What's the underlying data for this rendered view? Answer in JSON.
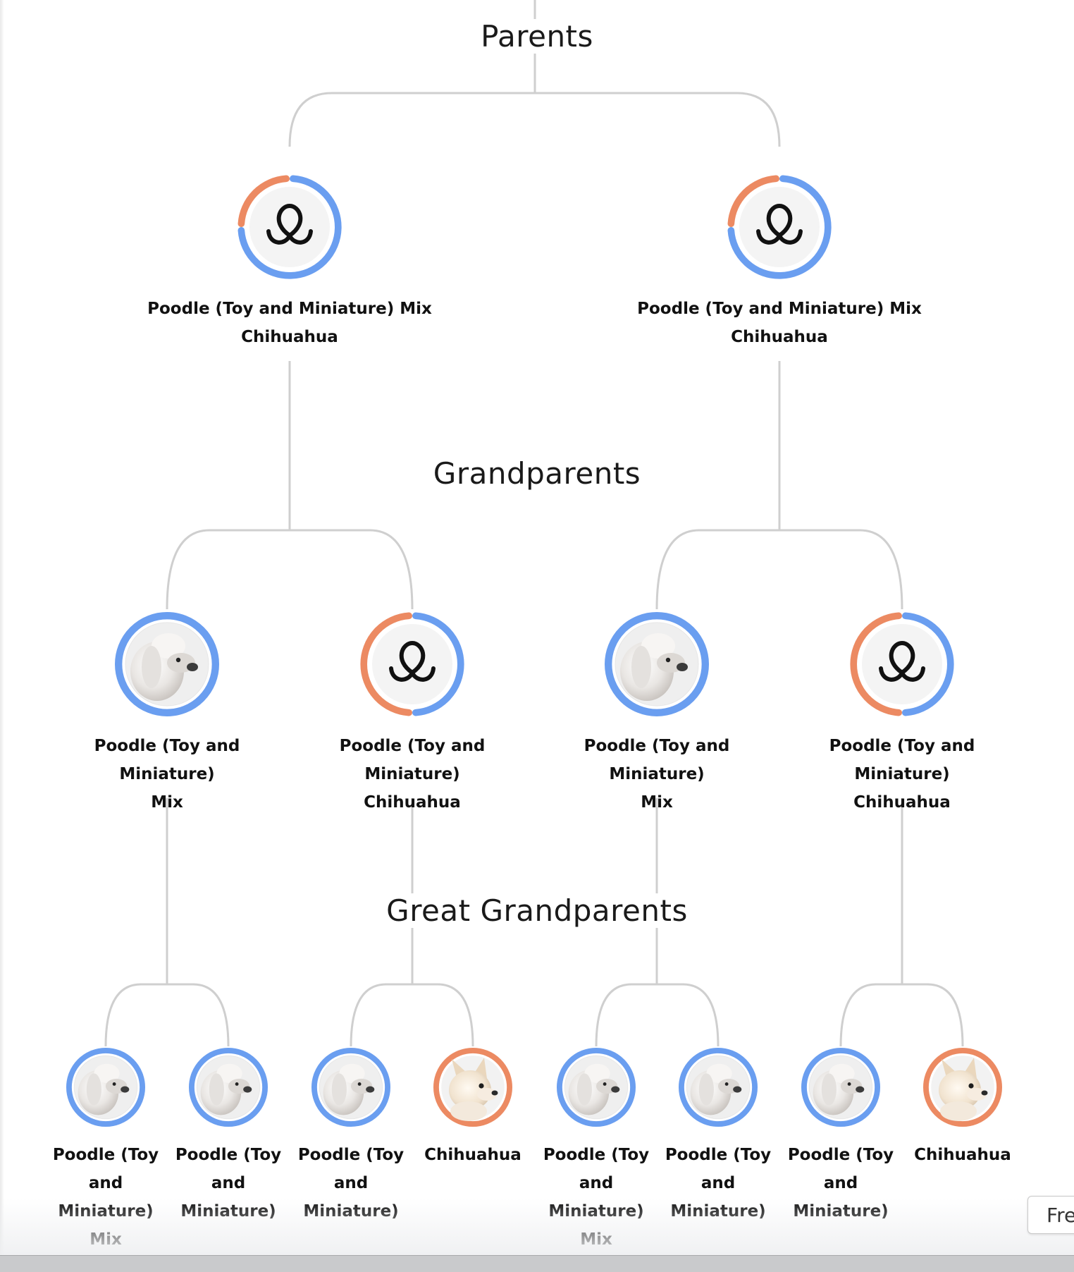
{
  "sections": {
    "parents_title": "Parents",
    "grandparents_title": "Grandparents",
    "great_grandparents_title": "Great Grandparents"
  },
  "colors": {
    "poodle_blue": "#6a9ef0",
    "chihuahua_orange": "#ec8a62",
    "connector_gray": "#cfcfcf"
  },
  "parents": [
    {
      "lines": [
        "Poodle (Toy and Miniature) Mix",
        "Chihuahua"
      ],
      "icon": "paw-logo-icon",
      "poodle_share": 0.75
    },
    {
      "lines": [
        "Poodle (Toy and Miniature) Mix",
        "Chihuahua"
      ],
      "icon": "paw-logo-icon",
      "poodle_share": 0.75
    }
  ],
  "grandparents": [
    {
      "lines": [
        "Poodle (Toy and Miniature)",
        "Mix"
      ],
      "icon": "poodle-photo-icon",
      "poodle_share": 1.0
    },
    {
      "lines": [
        "Poodle (Toy and Miniature)",
        "Chihuahua"
      ],
      "icon": "paw-logo-icon",
      "poodle_share": 0.5
    },
    {
      "lines": [
        "Poodle (Toy and Miniature)",
        "Mix"
      ],
      "icon": "poodle-photo-icon",
      "poodle_share": 1.0
    },
    {
      "lines": [
        "Poodle (Toy and Miniature)",
        "Chihuahua"
      ],
      "icon": "paw-logo-icon",
      "poodle_share": 0.5
    }
  ],
  "great_grandparents": [
    {
      "lines": [
        "Poodle (Toy",
        "and Miniature)",
        "Mix"
      ],
      "icon": "poodle-photo-icon",
      "breed": "poodle"
    },
    {
      "lines": [
        "Poodle (Toy",
        "and Miniature)"
      ],
      "icon": "poodle-photo-icon",
      "breed": "poodle"
    },
    {
      "lines": [
        "Poodle (Toy",
        "and Miniature)"
      ],
      "icon": "poodle-photo-icon",
      "breed": "poodle"
    },
    {
      "lines": [
        "Chihuahua"
      ],
      "icon": "chihuahua-photo-icon",
      "breed": "chihuahua"
    },
    {
      "lines": [
        "Poodle (Toy",
        "and Miniature)",
        "Mix"
      ],
      "icon": "poodle-photo-icon",
      "breed": "poodle"
    },
    {
      "lines": [
        "Poodle (Toy",
        "and Miniature)"
      ],
      "icon": "poodle-photo-icon",
      "breed": "poodle"
    },
    {
      "lines": [
        "Poodle (Toy",
        "and Miniature)"
      ],
      "icon": "poodle-photo-icon",
      "breed": "poodle"
    },
    {
      "lines": [
        "Chihuahua"
      ],
      "icon": "chihuahua-photo-icon",
      "breed": "chihuahua"
    }
  ],
  "corner_tab": {
    "label": "Fre"
  }
}
